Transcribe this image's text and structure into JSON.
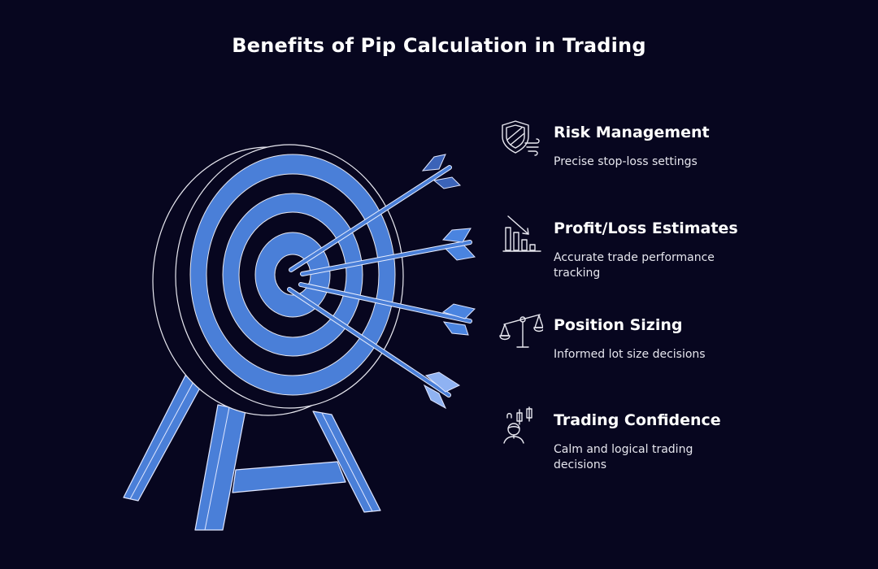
{
  "title": "Benefits of Pip Calculation in Trading",
  "colors": {
    "background": "#07061f",
    "target_blue": "#4a7fd8",
    "outline": "#e8e8f0",
    "text": "#ffffff"
  },
  "illustration": {
    "name": "archery-target-with-four-arrows",
    "arrows": 4
  },
  "benefits": [
    {
      "icon": "shield-wind-icon",
      "heading": "Risk Management",
      "description": "Precise stop-loss settings"
    },
    {
      "icon": "declining-bar-chart-icon",
      "heading": "Profit/Loss Estimates",
      "description": "Accurate trade performance tracking"
    },
    {
      "icon": "balance-scale-icon",
      "heading": "Position Sizing",
      "description": "Informed lot size decisions"
    },
    {
      "icon": "trader-candlestick-icon",
      "heading": "Trading Confidence",
      "description": "Calm and logical trading decisions"
    }
  ]
}
